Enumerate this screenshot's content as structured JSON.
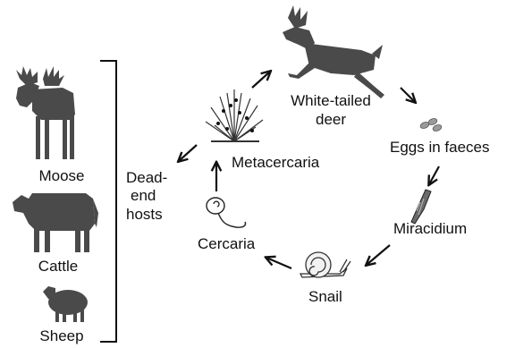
{
  "colors": {
    "silhouette": "#4a4a4a",
    "ink": "#111111",
    "background": "#ffffff"
  },
  "life_cycle": {
    "stages": [
      {
        "key": "deer",
        "label_line1": "White-tailed",
        "label_line2": "deer",
        "icon": "deer-silhouette-icon"
      },
      {
        "key": "eggs",
        "label": "Eggs in faeces",
        "icon": "eggs-icon"
      },
      {
        "key": "miracidium",
        "label": "Miracidium",
        "icon": "miracidium-icon"
      },
      {
        "key": "snail",
        "label": "Snail",
        "icon": "snail-icon"
      },
      {
        "key": "cercaria",
        "label": "Cercaria",
        "icon": "cercaria-icon"
      },
      {
        "key": "metacercaria",
        "label": "Metacercaria",
        "icon": "plant-with-cysts-icon"
      }
    ],
    "dead_end": {
      "label_line1": "Dead-",
      "label_line2": "end",
      "label_line3": "hosts"
    }
  },
  "dead_end_hosts": [
    {
      "label": "Moose",
      "icon": "moose-silhouette-icon"
    },
    {
      "label": "Cattle",
      "icon": "cattle-silhouette-icon"
    },
    {
      "label": "Sheep",
      "icon": "sheep-silhouette-icon"
    }
  ]
}
